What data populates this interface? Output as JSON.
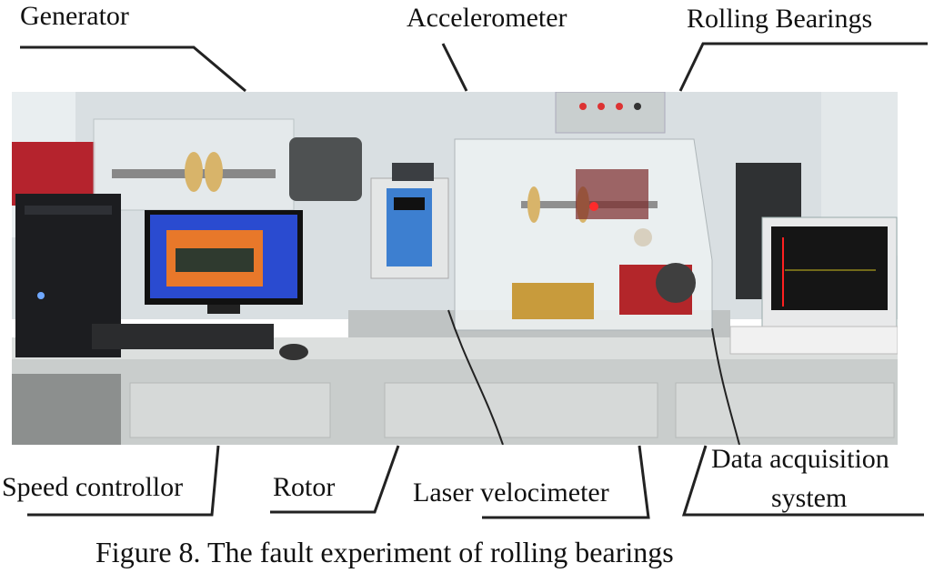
{
  "labels": {
    "generator": "Generator",
    "accelerometer": "Accelerometer",
    "rolling_bearings": "Rolling Bearings",
    "speed_controller": "Speed controllor",
    "rotor": "Rotor",
    "laser_velocimeter": "Laser velocimeter",
    "data_acquisition_line1": "Data acquisition",
    "data_acquisition_line2": "system"
  },
  "caption": "Figure 8. The fault experiment of rolling bearings",
  "colors": {
    "wall": "#d7dde0",
    "desk": "#d3d7d6",
    "monitor_screen": "#2a4bd0",
    "dialog": "#e8782a",
    "controller": "#3d7fd0",
    "cabinet_red": "#b5232d",
    "laser_glow": "#ff2b2b"
  }
}
